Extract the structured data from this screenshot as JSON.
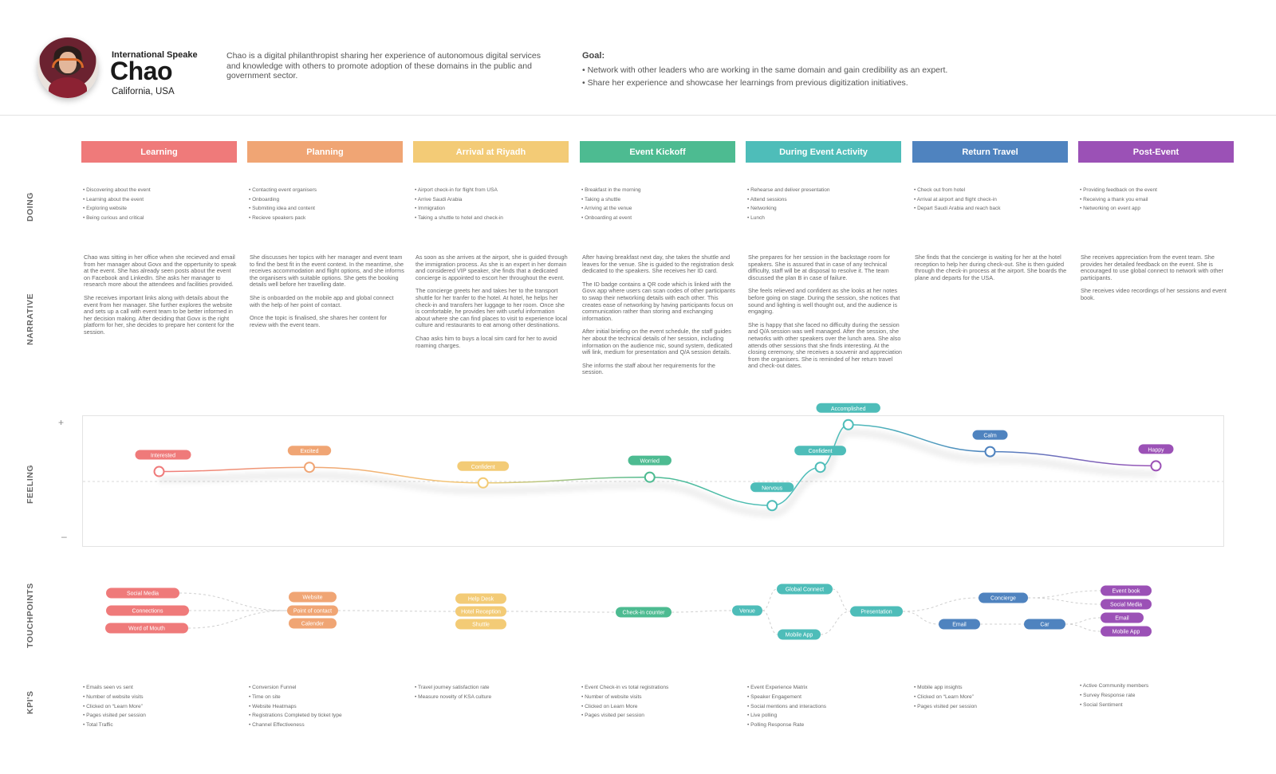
{
  "persona": {
    "role": "International Speake",
    "name": "Chao",
    "location": "California, USA",
    "bio": "Chao is a digital philanthropist sharing her experience of autonomous digital services and knowledge with others to promote adoption of these domains in the public and government sector.",
    "goal_title": "Goal:",
    "goals": [
      "Network with other leaders who are working in the same domain and gain credibility as an expert.",
      "Share her experience and showcase her learnings from previous digitization initiatives."
    ]
  },
  "row_labels": {
    "doing": "DOING",
    "narrative": "NARRATIVE",
    "feeling": "FEELING",
    "touchpoints": "TOUCHPOINTS",
    "kpis": "KPI'S",
    "plus": "+",
    "minus": "–"
  },
  "stages": [
    {
      "title": "Learning",
      "color": "#ef7a7a",
      "doing": [
        "Discovering about the event",
        "Learning about the event",
        "Exploring website",
        "Being curious and critical"
      ],
      "narrative": [
        "Chao was sitting in her office when she recieved and email from her manager about Govx and the oppertunity to speak at the event. She has already seen posts about the event on Facebook and LinkedIn. She asks her manager to research more about the attendees and facilities provided.",
        "She receives important links along with details about the event from her manager. She further explores the website and sets up a call with event team to be better informed in her decision making. After deciding that Govx is the right platform for her, she decides to prepare her content for the session."
      ],
      "kpis": [
        "Emails seen vs sent",
        "Number of website visits",
        "Clicked on “Learn More”",
        "Pages visited per session",
        "Total Traffic"
      ]
    },
    {
      "title": "Planning",
      "color": "#f0a574",
      "doing": [
        "Contacting event organisers",
        "Onboarding",
        "Submiting idea and content",
        "Recieve speakers pack"
      ],
      "narrative": [
        "She discusses her topics with her manager and event team to find the best fit in the event context. In the meantime, she receives accommodation and flight options, and she informs the organisers with suitable options. She gets the booking details well before her travelling date.",
        "She is onboarded on the mobile app and global connect with the help of her point of contact.",
        "Once the topic is finalised, she shares her content for review with the event team."
      ],
      "kpis": [
        "Conversion Funnel",
        "Time on site",
        "Website Heatmaps",
        "Registrations Completed by ticket type",
        "Channel Effectiveness"
      ]
    },
    {
      "title": "Arrival at Riyadh",
      "color": "#f3cb76",
      "doing": [
        "Airport check-in for flight from USA",
        "Arrive Saudi Arabia",
        "Immigration",
        "Taking a shuttle to hotel and check-in"
      ],
      "narrative": [
        "As soon as she arrives at the airport, she is guided through the immigration process. As she is an expert in her domain and considered VIP speaker, she finds that a dedicated concierge is appointed to escort her throughout the event.",
        "The concierge greets her and takes her to the transport shuttle for her tranfer to the hotel. At hotel, he helps her check-in and transfers her luggage to her room. Once she is comfortable, he provides her with useful information about where she can find places to visit to experience local culture and restaurants to eat among other destinations.",
        "Chao asks him to buys a local sim card for her to avoid roaming charges."
      ],
      "kpis": [
        "Travel journey satisfaction rate",
        "Measure novelty of KSA culture"
      ]
    },
    {
      "title": "Event Kickoff",
      "color": "#4dbb91",
      "doing": [
        "Breakfast in the morning",
        "Taking a shuttle",
        "Arriving at the venue",
        "Onboarding at event"
      ],
      "narrative": [
        "After having breakfast next day, she takes the shuttle and leaves for the venue. She is guided to the registration desk dedicated to the speakers. She receives her ID card.",
        "The ID badge contains a QR code which is linked with the Govx app where users can scan codes of other participants to swap their networking details with each other. This creates ease of networking by having participants focus on communication rather than storing and exchanging information.",
        "After initial briefing on the event schedule, the staff guides her about the technical details of her session, including information on the audience mic, sound system, dedicated wifi link, medium for presentation and Q/A session details.",
        "She informs the staff about her requirements for the session."
      ],
      "kpis": [
        "Event Check-in vs total registrations",
        "Number of website visits",
        "Clicked on Learn More",
        "Pages visited per session"
      ]
    },
    {
      "title": "During Event Activity",
      "color": "#4ebdb9",
      "doing": [
        "Rehearse and deliver presentation",
        "Attend sessions",
        "Networking",
        "Lunch"
      ],
      "narrative": [
        "She prepares for her session in the backstage room for speakers. She is assured that in case of any technical difficulty, staff will be at disposal to resolve it. The team discussed the plan B in case of failure.",
        "She feels relieved and confident as she looks at her notes before going on stage. During the session, she notices that sound and lighting is well thought out, and the audience is engaging.",
        "She is happy that she faced no difficulty during the session and Q/A session was well managed. After the session, she networks with other speakers over the lunch area. She also attends other sessions that she finds interesting. At the closing ceremony, she receives a souvenir and appreciation from the organisers. She is reminded of her return travel and check-out dates."
      ],
      "kpis": [
        "Event Experience Matrix",
        "Speaker Engagement",
        "Social mentions and interactions",
        "Live polling",
        "Polling Response Rate"
      ]
    },
    {
      "title": "Return Travel",
      "color": "#4f83bf",
      "doing": [
        "Check out from hotel",
        "Arrival at airport and flight check-in",
        "Depart Saudi Arabia and reach back"
      ],
      "narrative": [
        "She finds that the concierge is waiting for her at the hotel reception to help her during check-out. She is then guided through the check-in process at the airport. She boards the plane and departs for the USA."
      ],
      "kpis": [
        "Mobile app insights",
        "Clicked on “Learn More”",
        "Pages visited per session"
      ]
    },
    {
      "title": "Post-Event",
      "color": "#9b51b6",
      "doing": [
        "Providing feedback on the event",
        "Receiving a thank you email",
        "Networking on event app"
      ],
      "narrative": [
        "She receives appreciation from the event team. She provides her detailed feedback on the event. She is encouraged to use global connect to network with other participants.",
        "She receives video recordings of her sessions and event book."
      ],
      "kpis": [
        "Active Community members",
        "Survey Response rate",
        "Social Sentiment"
      ]
    }
  ],
  "chart_data": {
    "type": "line",
    "ylim": [
      -1,
      1
    ],
    "points": [
      {
        "label": "Interested",
        "stage": 0,
        "x": 0.5,
        "y": 0.07,
        "color": "#ef7a7a"
      },
      {
        "label": "Excited",
        "stage": 1,
        "x": 0.4,
        "y": 0.1,
        "color": "#f0a574"
      },
      {
        "label": "Confident",
        "stage": 2,
        "x": 0.45,
        "y": -0.01,
        "color": "#f3cb76"
      },
      {
        "label": "Worried",
        "stage": 3,
        "x": 0.45,
        "y": 0.03,
        "color": "#4dbb91"
      },
      {
        "label": "Nervous",
        "stage": 4,
        "x": 0.17,
        "y": -0.17,
        "color": "#4ebdb9"
      },
      {
        "label": "Confident",
        "stage": 4,
        "x": 0.48,
        "y": 0.1,
        "color": "#4ebdb9"
      },
      {
        "label": "Accomplished",
        "stage": 4,
        "x": 0.66,
        "y": 0.4,
        "color": "#4ebdb9"
      },
      {
        "label": "Calm",
        "stage": 5,
        "x": 0.5,
        "y": 0.21,
        "color": "#4f83bf"
      },
      {
        "label": "Happy",
        "stage": 6,
        "x": 0.5,
        "y": 0.11,
        "color": "#9b51b6"
      }
    ]
  },
  "touchpoints": {
    "color_learning": "#ef7a7a",
    "color_planning": "#f0a574",
    "color_arrival": "#f3cb76",
    "color_kickoff": "#4dbb91",
    "color_during": "#4ebdb9",
    "color_return": "#4f83bf",
    "color_post": "#9b51b6",
    "learning": [
      "Social Media",
      "Connections",
      "Word of Mouth"
    ],
    "planning": [
      "Website",
      "Point of contact",
      "Calender"
    ],
    "arrival": [
      "Help Desk",
      "Hotel Reception",
      "Shuttle"
    ],
    "kickoff": [
      "Check-in counter"
    ],
    "during": [
      "Venue",
      "Global Connect",
      "Mobile App",
      "Presentation"
    ],
    "return": [
      "Concierge",
      "Email",
      "Car"
    ],
    "post": [
      "Event book",
      "Social Media",
      "Email",
      "Mobile App"
    ]
  }
}
